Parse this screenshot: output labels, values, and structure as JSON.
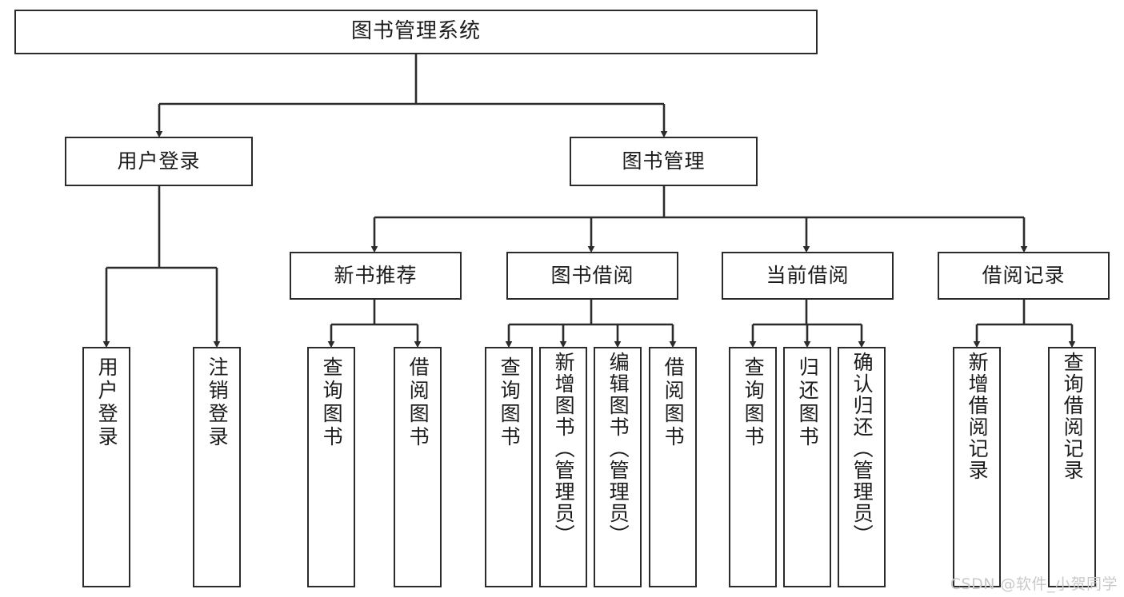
{
  "diagram": {
    "type": "tree",
    "title": "图书管理系统",
    "line_color": "#2b2b2b",
    "box_fill": "#ffffff",
    "text_color": "#1b1b1b",
    "root": {
      "label": "图书管理系统"
    },
    "level2": [
      {
        "label": "用户登录"
      },
      {
        "label": "图书管理"
      }
    ],
    "level3": [
      {
        "label": "新书推荐"
      },
      {
        "label": "图书借阅"
      },
      {
        "label": "当前借阅"
      },
      {
        "label": "借阅记录"
      }
    ],
    "leaves": {
      "user_login": [
        {
          "label": "用户登录"
        },
        {
          "label": "注销登录"
        }
      ],
      "new_book_recommend": [
        {
          "label": "查询图书"
        },
        {
          "label": "借阅图书"
        }
      ],
      "book_borrow": [
        {
          "label": "查询图书"
        },
        {
          "label": "新增图书（管理员）"
        },
        {
          "label": "编辑图书（管理员）"
        },
        {
          "label": "借阅图书"
        }
      ],
      "current_borrow": [
        {
          "label": "查询图书"
        },
        {
          "label": "归还图书"
        },
        {
          "label": "确认归还（管理员）"
        }
      ],
      "borrow_record": [
        {
          "label": "新增借阅记录"
        },
        {
          "label": "查询借阅记录"
        }
      ]
    }
  },
  "watermark": {
    "text": "CSDN @软件_小贺同学"
  }
}
